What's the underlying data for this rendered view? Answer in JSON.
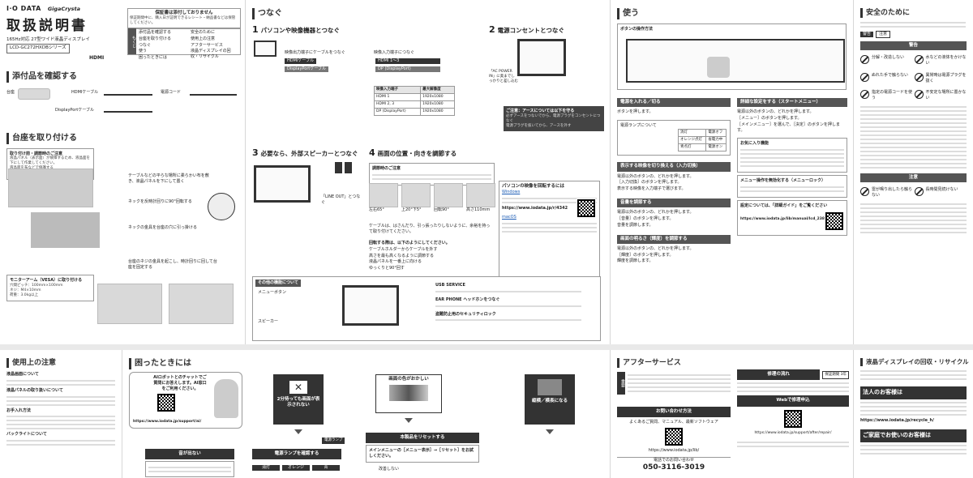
{
  "cover": {
    "logo": "I·O DATA",
    "brand": "GigaCrysta",
    "title": "取扱説明書",
    "subtitle": "165Hz対応 27型ワイド液晶ディスプレイ",
    "model": "LCD-GC272HXDBシリーズ",
    "hdmi": "HDMI",
    "notice_title": "保証書は添付しておりません",
    "notice_body": "保証期間中に、購入日が証明できるレシート・納品書などは保管してください。",
    "toc_label": "もくじ",
    "toc_left": [
      "添付品を確認する",
      "台座を取り付ける",
      "つなぐ",
      "使う",
      "困ったときには"
    ],
    "toc_right": [
      "安全のために",
      "使用上の注意",
      "アフターサービス",
      "液晶ディスプレイの回収・リサイクル"
    ]
  },
  "attached": {
    "heading": "添付品を確認する",
    "items": [
      "台座",
      "HDMIケーブル",
      "電源コード",
      "DisplayPortケーブル"
    ]
  },
  "stand": {
    "heading": "台座を取り付ける",
    "prep_title": "取り付け前・調節時のご注意",
    "prep_body": "液晶パネル（表示面）が故障するため、液晶面を下にして作業してください。",
    "prep_items": [
      "液晶面を布などで保護する",
      "液晶パネルを持たない"
    ],
    "step1": "テーブルなどの平らな場所に柔らかい布を敷き、液晶パネルを下にして置く",
    "step2": "ネックを反時計回りに90°回転する",
    "step3": "ネックの金具を台座の穴に引っ掛ける",
    "step4": "台座のネジの金具を起こし、時計回りに回して台座を固定する",
    "vesa_title": "モニターアーム（VESA）に取り付ける",
    "vesa_items": [
      "穴間ピッチ：100mm×100mm",
      "ネジ：M4×10mm",
      "荷重：3.0kg以上"
    ]
  },
  "connect": {
    "heading": "つなぐ",
    "s1_num": "1",
    "s1_title": "パソコンや映像機器とつなぐ",
    "s1_left": "映像出力端子にケーブルをつなぐ",
    "s1_right": "映像入力端子につなぐ",
    "cable_hdmi": "HDMIケーブル",
    "cable_dp": "DisplayPortケーブル",
    "port_hdmi": "HDMI 1〜3",
    "port_dp": "DP (DisplayPort)",
    "table_headers": [
      "映像入力端子",
      "最大解像度"
    ],
    "table_rows": [
      [
        "HDMI 1",
        "1920x1080"
      ],
      [
        "HDMI 2, 3",
        "1920x1080"
      ],
      [
        "DP (DisplayPort)",
        "1920x1080"
      ]
    ],
    "s2_num": "2",
    "s2_title": "電源コンセントとつなぐ",
    "s2_port": "「AC POWER IN」に奥までしっかりと差し込む",
    "s2_note_title": "ご注意：アースについては以下を守る",
    "s2_note_items": [
      "必ずアースをつないでから、電源プラグをコンセントにつなぐ",
      "電源プラグを抜いてから、アースを外す"
    ],
    "s3_num": "3",
    "s3_title": "必要なら、外部スピーカーとつなぐ",
    "s3_line": "「LINE OUT」とつなぐ",
    "s4_num": "4",
    "s4_title": "画面の位置・向きを調節する",
    "s4_caution": "調節時のご注意",
    "s4_angles": [
      "左右65°",
      "上20°下5°",
      "回転90°",
      "高さ110mm"
    ],
    "s4_cable_note": "ケーブルは、はさんだり、引っ張ったりしないように、余裕を持って取り付けてください。",
    "pc_title": "パソコンの映像を回転するには",
    "pc_os1": "Windows",
    "pc_os2": "macOS",
    "pc_url": "https://www.iodata.jp/r/4342",
    "rot_title": "回転する際は、以下のようにしてください。",
    "rot_items": [
      "ケーブルホルダーからケーブルを外す",
      "高さを最も高くなるように調節する",
      "液晶パネルを一番上に向ける",
      "ゆっくりと90°回す"
    ],
    "other_title": "その他の機能について",
    "other_items": [
      "USB SERVICE",
      "EAR PHONE ヘッドホンをつなぐ",
      "盗難防止用のセキュリティロック"
    ],
    "other_sp": "スピーカー",
    "other_menu": "メニューボタン"
  },
  "use": {
    "heading": "使う",
    "btn_title": "ボタンの操作方法",
    "power_title": "電源を入れる／切る",
    "power_body": "ボタンを押します。",
    "lamp_title": "電源ランプについて",
    "lamp_rows": [
      [
        "消灯",
        "電源オフ"
      ],
      [
        "オレンジ点灯",
        "省電力中"
      ],
      [
        "青点灯",
        "電源オン"
      ]
    ],
    "input_title": "表示する映像を切り換える（入力切換）",
    "input_steps": [
      "電源以外のボタンの、どれかを押します。",
      "［入力切換］のボタンを押します。",
      "表示する映像を入力端子で選びます。"
    ],
    "vol_title": "音量を調節する",
    "vol_steps": [
      "電源以外のボタンの、どれかを押します。",
      "［音量］のボタンを押します。",
      "音量を調節します。"
    ],
    "bright_title": "画面の明るさ（輝度）を調節する",
    "bright_steps": [
      "電源以外のボタンの、どれかを押します。",
      "［輝度］のボタンを押します。",
      "輝度を調節します。"
    ],
    "menu_title": "詳細な設定をする（スタートメニュー）",
    "menu_steps": [
      "電源以外のボタンの、どれかを押します。",
      "［メニュー］のボタンを押します。",
      "［メインメニュー］を選んで、［決定］のボタンを押します。"
    ],
    "fav_title": "お気に入り機能",
    "ops_title": "メニュー操作を無効化する（メニューロック）",
    "settings_title": "設定については、「詳細ガイド」をご覧ください",
    "settings_url": "https://www.iodata.jp/lib/manual/lcd_238774/"
  },
  "safety": {
    "heading": "安全のために",
    "warn_label": "警告",
    "caution_label": "注意",
    "items": [
      "分解・改造しない",
      "水などの液体をかけない",
      "ぬれた手で触らない",
      "異常時は電源プラグを抜く",
      "指定の電源コードを使う",
      "不安定な場所に置かない",
      "雷が鳴り出したら触らない",
      "長時間見続けない"
    ]
  },
  "notes": {
    "heading": "使用上の注意",
    "sections": [
      "液晶画面について",
      "液晶パネルの取り扱いについて",
      "お手入れ方法",
      "バックライトについて"
    ]
  },
  "trouble": {
    "heading": "困ったときには",
    "chat": "AIロボットとのチャットでご質問にお答えします。AI窓口をご利用ください。",
    "chat_url": "https://www.iodata.jp/support/ai/",
    "flow1": "2分待っても画面が表示されない",
    "flow2": "画面の色がおかしい",
    "flow3": "縦横／横長になる",
    "sound": "音が出ない",
    "lamp_check": "電源ランプを確認する",
    "lamp_label": "電源ランプ",
    "lamp_states": [
      "消灯",
      "オレンジ",
      "青"
    ],
    "reset_title": "本製品をリセットする",
    "reset_body": "メインメニューの［メニュー表示］→［リセット］をお試しください。",
    "resolved": "改善しない"
  },
  "after": {
    "heading": "アフターサービス",
    "important": "重要",
    "inquiry": "お問い合わせ方法",
    "inquiry_sub": "よくあるご質問、マニュアル、最新ソフトウェア",
    "support_url": "https://www.iodata.jp/lib/",
    "phone_label": "電話でのお問い合わせ",
    "phone": "050-3116-3019",
    "repair_title": "修理の流れ",
    "repair_badge": "保証期間 3年",
    "web_repair": "Webで修理申込",
    "repair_url": "https://www.iodata.jp/support/after/repair/"
  },
  "recycle": {
    "heading": "液晶ディスプレイの回収・リサイクル",
    "corp_title": "法人のお客様は",
    "corp_url": "https://www.iodata.jp/recycle_h/",
    "home_title": "ご家庭でお使いのお客様は"
  }
}
